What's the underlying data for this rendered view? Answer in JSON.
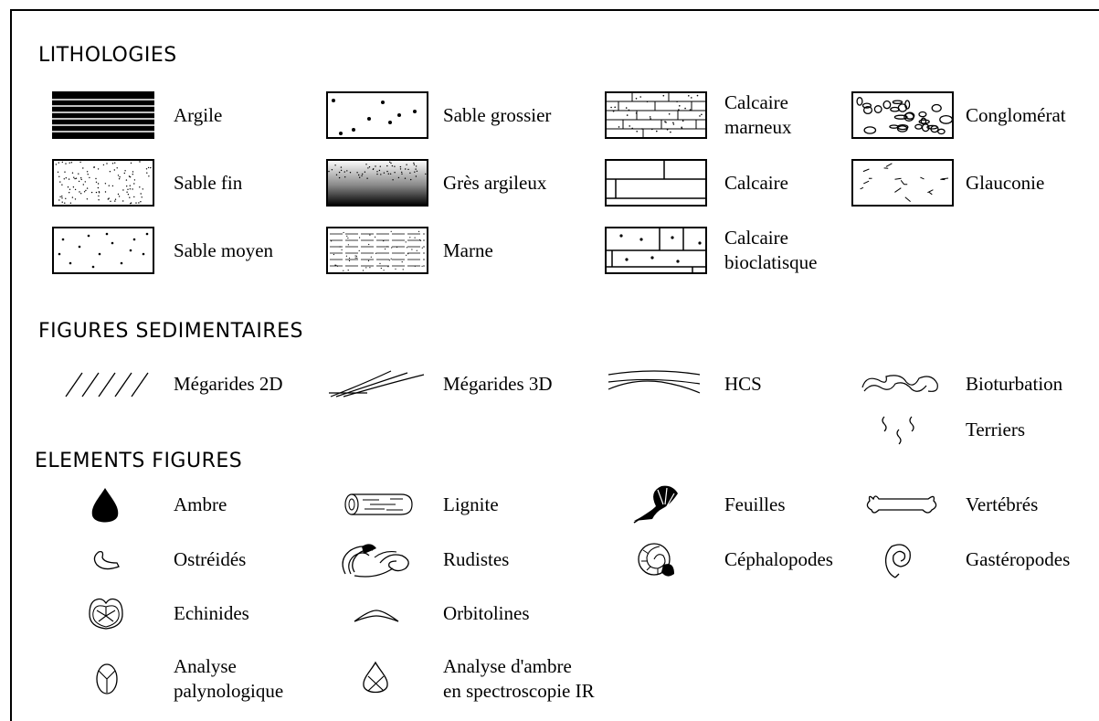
{
  "sections": {
    "lithologies": {
      "title": "LITHOLOGIES",
      "items": [
        {
          "label": "Argile",
          "icon": "argile-pattern"
        },
        {
          "label": "Sable grossier",
          "icon": "sable-grossier-pattern"
        },
        {
          "label": "Calcaire\nmarneux",
          "icon": "calcaire-marneux-pattern"
        },
        {
          "label": "Conglomérat",
          "icon": "conglomerat-pattern"
        },
        {
          "label": "Sable fin",
          "icon": "sable-fin-pattern"
        },
        {
          "label": "Grès argileux",
          "icon": "gres-argileux-pattern"
        },
        {
          "label": "Calcaire",
          "icon": "calcaire-pattern"
        },
        {
          "label": "Glauconie",
          "icon": "glauconie-pattern"
        },
        {
          "label": "Sable moyen",
          "icon": "sable-moyen-pattern"
        },
        {
          "label": "Marne",
          "icon": "marne-pattern"
        },
        {
          "label": "Calcaire\nbioclatisque",
          "icon": "calcaire-bioclastique-pattern"
        }
      ]
    },
    "figures_sedimentaires": {
      "title": "FIGURES SEDIMENTAIRES",
      "items": [
        {
          "label": "Mégarides 2D",
          "icon": "megarides-2d-icon"
        },
        {
          "label": "Mégarides 3D",
          "icon": "megarides-3d-icon"
        },
        {
          "label": "HCS",
          "icon": "hcs-icon"
        },
        {
          "label": "Bioturbation",
          "icon": "bioturbation-icon"
        },
        {
          "label": "Terriers",
          "icon": "terriers-icon"
        }
      ]
    },
    "elements_figures": {
      "title": "ELEMENTS FIGURES",
      "items": [
        {
          "label": "Ambre",
          "icon": "ambre-icon"
        },
        {
          "label": "Lignite",
          "icon": "lignite-icon"
        },
        {
          "label": "Feuilles",
          "icon": "feuilles-icon"
        },
        {
          "label": "Vertébrés",
          "icon": "vertebres-icon"
        },
        {
          "label": "Ostréidés",
          "icon": "ostreides-icon"
        },
        {
          "label": "Rudistes",
          "icon": "rudistes-icon"
        },
        {
          "label": "Céphalopodes",
          "icon": "cephalopodes-icon"
        },
        {
          "label": "Gastéropodes",
          "icon": "gasteropodes-icon"
        },
        {
          "label": "Echinides",
          "icon": "echinides-icon"
        },
        {
          "label": "Orbitolines",
          "icon": "orbitolines-icon"
        },
        {
          "label": "Analyse\npalynologique",
          "icon": "analyse-palynologique-icon"
        },
        {
          "label": "Analyse d'ambre\nen spectroscopie IR",
          "icon": "analyse-ambre-ir-icon"
        }
      ]
    }
  }
}
